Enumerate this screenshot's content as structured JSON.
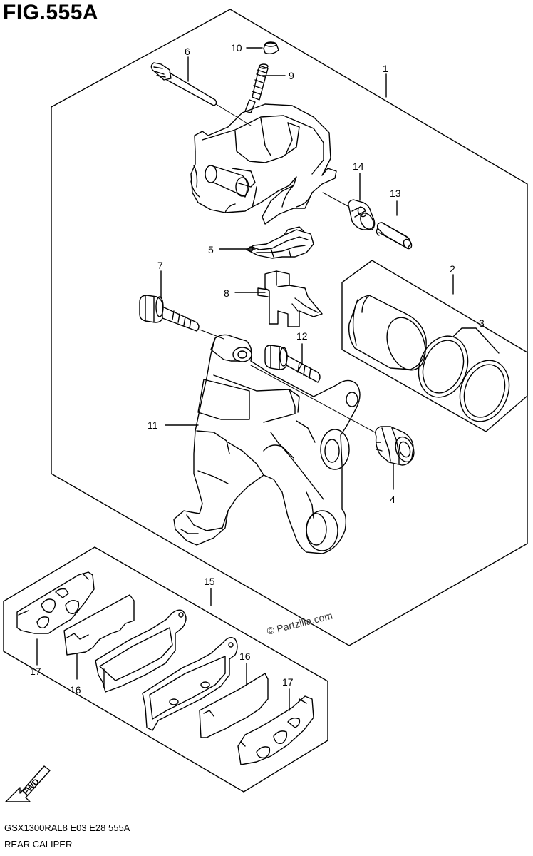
{
  "figure": {
    "title": "FIG.555A"
  },
  "callouts": [
    {
      "id": "1",
      "label": "1"
    },
    {
      "id": "2",
      "label": "2"
    },
    {
      "id": "3",
      "label": "3"
    },
    {
      "id": "4",
      "label": "4"
    },
    {
      "id": "5",
      "label": "5"
    },
    {
      "id": "6",
      "label": "6"
    },
    {
      "id": "7",
      "label": "7"
    },
    {
      "id": "8",
      "label": "8"
    },
    {
      "id": "9",
      "label": "9"
    },
    {
      "id": "10",
      "label": "10"
    },
    {
      "id": "11",
      "label": "11"
    },
    {
      "id": "12",
      "label": "12"
    },
    {
      "id": "13",
      "label": "13"
    },
    {
      "id": "14",
      "label": "14"
    },
    {
      "id": "15",
      "label": "15"
    },
    {
      "id": "16a",
      "label": "16"
    },
    {
      "id": "16b",
      "label": "16"
    },
    {
      "id": "17a",
      "label": "17"
    },
    {
      "id": "17b",
      "label": "17"
    }
  ],
  "watermark": "© Partzilla.com",
  "fwd_label": "FWD",
  "footer": {
    "code": "GSX1300RAL8  E03  E28  555A",
    "name": "REAR CALIPER"
  }
}
